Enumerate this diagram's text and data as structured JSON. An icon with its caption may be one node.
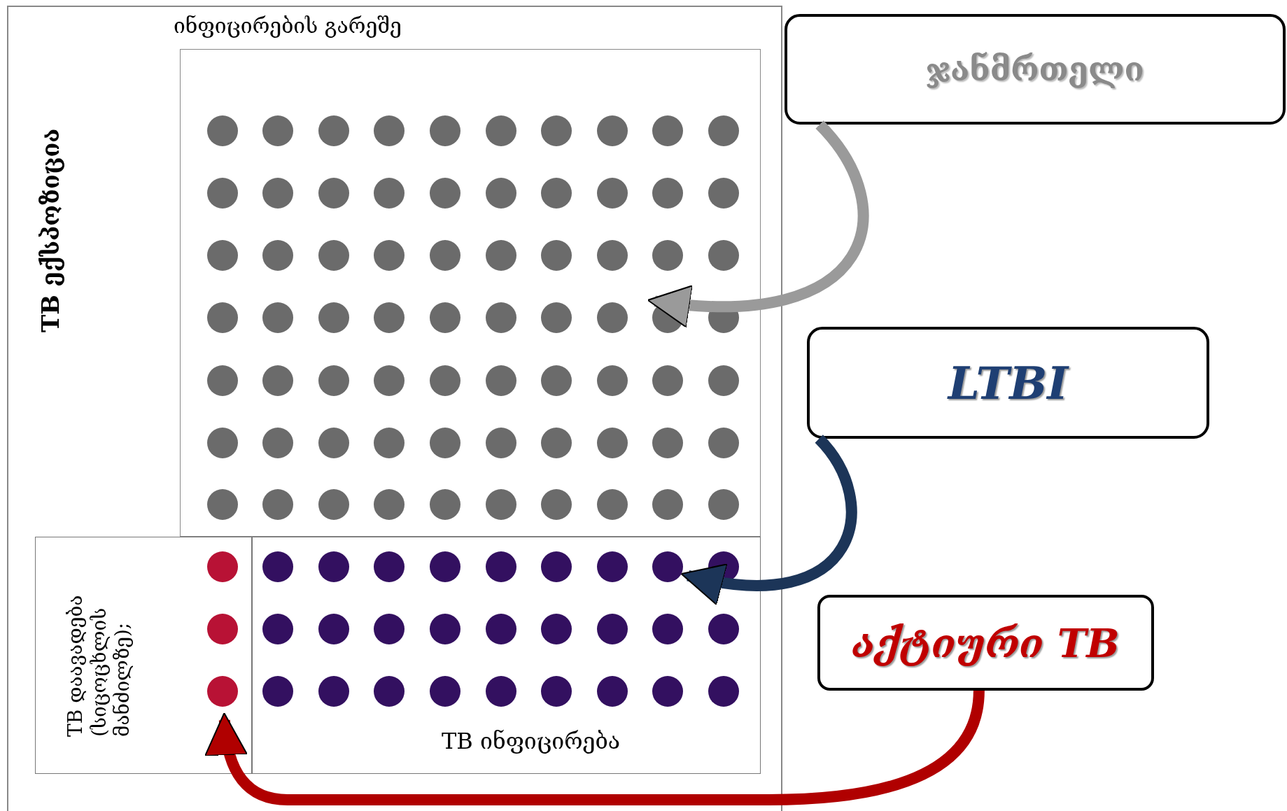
{
  "diagram": {
    "nodes": [
      {
        "text": [
          "TB ექსპოზიცია"
        ]
      },
      {
        "text": [
          "ინფიცირების გარეშე"
        ],
        "in": 0
      },
      {
        "text": [
          "TB დაავადება (სიცოცხლის მანძილზე);"
        ],
        "in": 0
      },
      {
        "text": [
          "TB ინფიცირება"
        ],
        "in": 0
      },
      {
        "text": [
          "ჯანმრთელი"
        ]
      },
      {
        "text": [
          "LTBI"
        ]
      },
      {
        "text": [
          "აქტიური TB"
        ]
      }
    ],
    "edges": [
      {
        "from": 4,
        "to": 1,
        "arrow": "to",
        "color": "#9a9a9a"
      },
      {
        "from": 5,
        "to": 3,
        "arrow": "to",
        "color": "#1c3558"
      },
      {
        "from": 6,
        "to": 2,
        "arrow": "to",
        "color": "#b00000"
      }
    ]
  }
}
